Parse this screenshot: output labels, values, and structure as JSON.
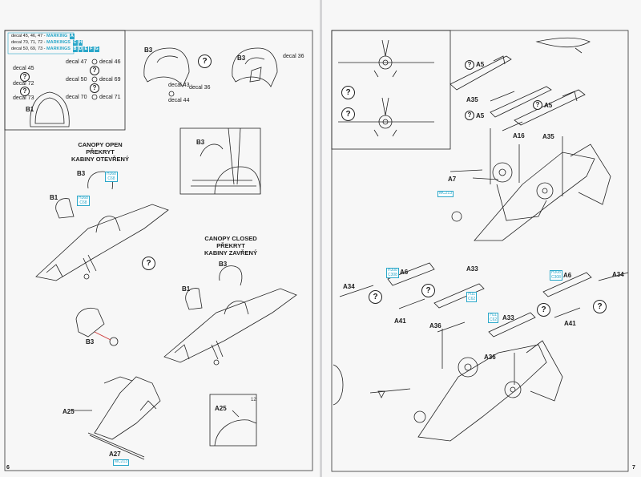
{
  "pages": {
    "left": {
      "page_number": "6",
      "markings": [
        {
          "decals": "decal 45, 46, 47 - ",
          "label": "MARKING",
          "badges": [
            "A"
          ]
        },
        {
          "decals": "decal 70, 71, 72 - ",
          "label": "MARKINGS",
          "badges": [
            "C",
            "H"
          ]
        },
        {
          "decals": "decal 50, 69, 73 - ",
          "label": "MARKINGS",
          "badges": [
            "B",
            "D",
            "E",
            "F",
            "G"
          ]
        }
      ],
      "decals": {
        "d45": "decal 45",
        "d72": "decal 72",
        "d73": "decal 73",
        "d47": "decal 47",
        "d46": "decal 46",
        "d50": "decal 50",
        "d69": "decal 69",
        "d70": "decal 70",
        "d71": "decal 71",
        "d43": "decal 43",
        "d44": "decal 44",
        "d36a": "decal 36",
        "d36b": "decal 36"
      },
      "parts": {
        "b1_top": "B1",
        "b3_top1": "B3",
        "b3_top2": "B3",
        "b3_detail": "B3",
        "b3_open": "B3",
        "b1_open": "B1",
        "b3_closed": "B3",
        "b1_closed": "B1",
        "b3_lower": "B3",
        "a25": "A25",
        "a25_detail": "A25",
        "a27": "A27"
      },
      "titles": {
        "open": [
          "CANOPY OPEN",
          "PŘEKRYT",
          "KABINY OTEVŘENÝ"
        ],
        "closed": [
          "CANOPY CLOSED",
          "PŘEKRYT",
          "KABINY ZAVŘENÝ"
        ]
      },
      "paints": {
        "open_b3": [
          "H368",
          "C68"
        ],
        "open_b1": [
          "H368",
          "C68"
        ],
        "a27": "MC213"
      },
      "unknown": "?",
      "detail_numbers": {
        "a25_detail": "12"
      }
    },
    "right": {
      "page_number": "7",
      "parts": {
        "a5_1": "A5",
        "a35_1": "A35",
        "a5_2": "A5",
        "a5_3": "A5",
        "a16": "A16",
        "a35_2": "A35",
        "a7": "A7",
        "a34_l": "A34",
        "a6_l": "A6",
        "a33_l": "A33",
        "a41_l": "A41",
        "a36_l": "A36",
        "a6_r": "A6",
        "a34_r": "A34",
        "a33_r": "A33",
        "a41_r": "A41",
        "a36_r": "A36"
      },
      "paints": {
        "a7": "MC213",
        "a6_l": [
          "H308",
          "C308"
        ],
        "a33_l": [
          "H11",
          "C62"
        ],
        "a33_r": [
          "H11",
          "C62"
        ],
        "a6_r": [
          "H308",
          "C308"
        ]
      },
      "unknown": "?"
    }
  }
}
